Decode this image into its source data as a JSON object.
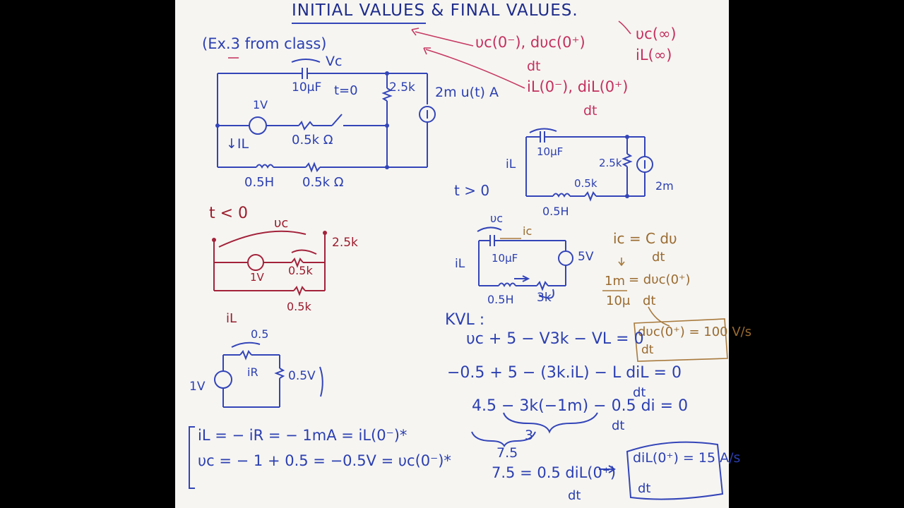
{
  "title": "INITIAL VALUES & FINAL VALUES.",
  "example_label": "(Ex.3 from class)",
  "notes": {
    "vc_init": "υc(0⁻), dυc(0⁺)",
    "dt_a": "dt",
    "il_init": "iL(0⁻), diL(0⁺)",
    "dt_b": "dt",
    "final_vc": "υc(∞)",
    "final_il": "iL(∞)"
  },
  "main_circuit": {
    "vc": "Vc",
    "cap": "10μF",
    "switch": "t=0",
    "r_top": "2.5k",
    "source": "2m u(t) A",
    "vsrc": "1V",
    "r_mid": "0.5k Ω",
    "il": "↓IL",
    "inductor": "0.5H",
    "r_bot": "0.5k Ω"
  },
  "t_less": {
    "label": "t < 0",
    "vc": "υc",
    "r_top": "2.5k",
    "vsrc": "1V",
    "r_mid": "0.5k",
    "r_bot": "0.5k",
    "il": "iL"
  },
  "small_circuit": {
    "r": "0.5",
    "vsrc": "1V",
    "ir": "iR",
    "vr": "0.5V"
  },
  "results": {
    "il_eq": "iL = − iR = − 1mA = iL(0⁻)*",
    "vc_eq": "υc = − 1 + 0.5 = −0.5V = υc(0⁻)*"
  },
  "t_greater": {
    "label": "t > 0",
    "cap": "10μF",
    "r": "2.5k",
    "il": "iL",
    "r_bot": "0.5k",
    "inductor": "0.5H",
    "source": "2m"
  },
  "reduced": {
    "vc": "υc",
    "ic": "ic",
    "cap": "10μF",
    "vs": "5V",
    "il": "iL",
    "inductor": "0.5H",
    "r": "3k"
  },
  "cap_law": {
    "eq": "ic = C dυ",
    "dt": "dt",
    "arrow": "↓",
    "num": "1m",
    "den": "10μ",
    "eq2": "= dυc(0⁺)",
    "dt2": "dt"
  },
  "boxed_result": {
    "top": "dυc(0⁺) = 100 V/s",
    "bottom": "dt"
  },
  "kvl": {
    "label": "KVL :",
    "line1": "υc + 5 − V3k − VL = 0",
    "line2": "−0.5 + 5 − (3k.iL) − L diL = 0",
    "line2_dt": "dt",
    "line3": "4.5 − 3k(−1m) − 0.5 di = 0",
    "line3_dt": "dt",
    "brace_3": "3",
    "brace_75": "7.5",
    "line4": "7.5 = 0.5 diL(0⁺)",
    "line4_dt": "dt",
    "final": "diL(0⁺) = 15 A/s",
    "final_dt": "dt"
  }
}
